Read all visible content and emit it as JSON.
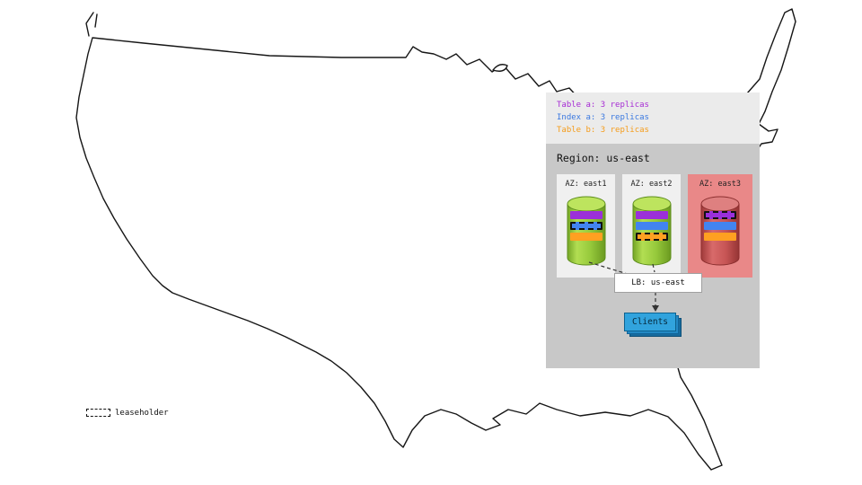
{
  "diagram": {
    "legend": {
      "entries": [
        {
          "label": "Table a: 3 replicas",
          "color": "#a62bd4",
          "refers_to": "table-a"
        },
        {
          "label": "Index a: 3 replicas",
          "color": "#3a78e0",
          "refers_to": "index-a"
        },
        {
          "label": "Table b: 3 replicas",
          "color": "#f59c1a",
          "refers_to": "table-b"
        }
      ]
    },
    "region": {
      "title": "Region: us-east",
      "azs": [
        {
          "label": "AZ: east1",
          "status": "healthy",
          "replicas": [
            {
              "name": "table-a",
              "color": "#9b30d9",
              "leaseholder": false
            },
            {
              "name": "index-a",
              "color": "#4284f0",
              "leaseholder": true
            },
            {
              "name": "table-b",
              "color": "#ffa021",
              "leaseholder": false
            }
          ]
        },
        {
          "label": "AZ: east2",
          "status": "healthy",
          "replicas": [
            {
              "name": "table-a",
              "color": "#9b30d9",
              "leaseholder": false
            },
            {
              "name": "index-a",
              "color": "#4284f0",
              "leaseholder": false
            },
            {
              "name": "table-b",
              "color": "#ffa021",
              "leaseholder": true
            }
          ]
        },
        {
          "label": "AZ: east3",
          "status": "down",
          "replicas": [
            {
              "name": "table-a",
              "color": "#9b30d9",
              "leaseholder": true
            },
            {
              "name": "index-a",
              "color": "#4284f0",
              "leaseholder": false
            },
            {
              "name": "table-b",
              "color": "#ffa021",
              "leaseholder": false
            }
          ]
        }
      ],
      "load_balancer": {
        "label": "LB: us-east"
      },
      "clients": {
        "label": "Clients"
      }
    },
    "map_legend": {
      "leaseholder_label": "leaseholder"
    },
    "colors": {
      "node_healthy": "#8cc63f",
      "node_down": "#c9504f",
      "az_down_bg": "#e98888",
      "region_bg": "#c8c8c8",
      "legend_bg": "#ebebeb",
      "clients_blue": "#31a3dd"
    }
  }
}
